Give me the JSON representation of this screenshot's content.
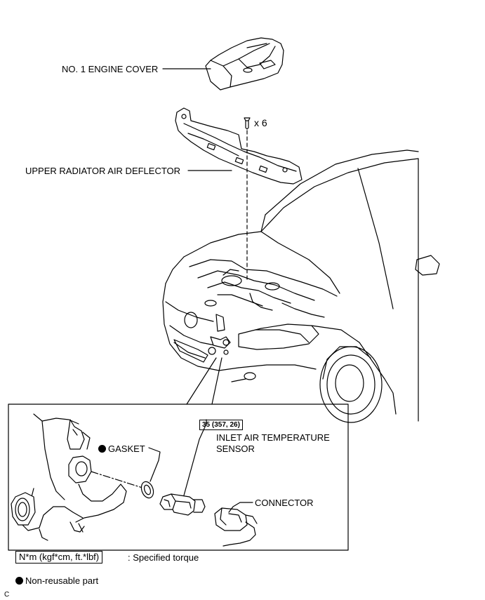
{
  "labels": {
    "engine_cover": "NO. 1 ENGINE COVER",
    "deflector": "UPPER RADIATOR AIR DEFLECTOR",
    "clip_qty": "x 6",
    "torque": "35 (357, 26)",
    "sensor_line1": "INLET AIR TEMPERATURE",
    "sensor_line2": "SENSOR",
    "gasket": "GASKET",
    "connector": "CONNECTOR"
  },
  "legend": {
    "torque_units": "N*m (kgf*cm, ft.*lbf)",
    "torque_desc": ": Specified torque",
    "nonreusable": "Non-reusable part"
  },
  "corner_code": "C"
}
